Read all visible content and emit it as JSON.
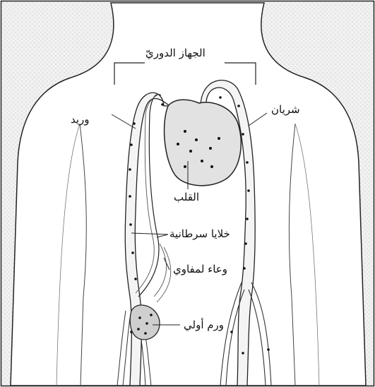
{
  "labels": {
    "circulatory_system": "الجهاز الدوريّ",
    "vein": "وريد",
    "artery": "شريان",
    "heart": "القلب",
    "cancer_cells": "خلايا سرطانية",
    "lymph_vessel": "وعاء لمفاوي",
    "primary_tumor": "ورم أولي"
  },
  "colors": {
    "ink": "#111111",
    "skin_shade": "#e9e9e9",
    "vessel_fill": "#f4f4f4",
    "heart_fill": "#e2e2e2",
    "tumor_fill": "#cfcfcf"
  }
}
